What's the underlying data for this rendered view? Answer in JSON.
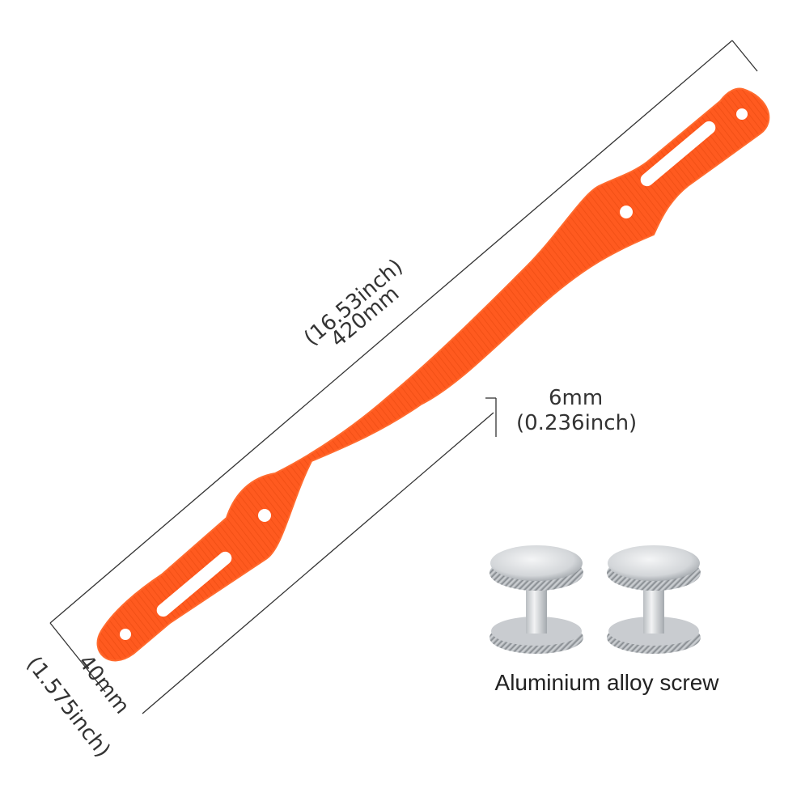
{
  "product": {
    "name": "orange strap",
    "color": "#ff5a1f"
  },
  "dimensions": {
    "length_mm": "420mm",
    "length_inch": "(16.53inch)",
    "width_mm": "40mm",
    "width_inch": "(1.575inch)",
    "thickness_mm": "6mm",
    "thickness_inch": "(0.236inch)"
  },
  "accessory": {
    "label": "Aluminium alloy screw",
    "count": 2,
    "color": "#d8dadc"
  }
}
